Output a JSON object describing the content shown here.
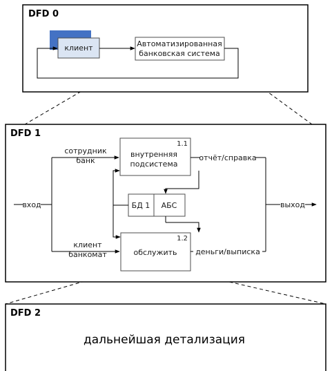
{
  "dfd0": {
    "title": "DFD 0",
    "client_label": "клиент",
    "system_label_line1": "Автоматизированная",
    "system_label_line2": "банковская система"
  },
  "dfd1": {
    "title": "DFD 1",
    "process_1": {
      "number": "1.1",
      "line1": "внутренняя",
      "line2": "подсистема"
    },
    "process_2": {
      "number": "1.2",
      "line1": "обслужить"
    },
    "store": {
      "id": "БД 1",
      "name": "АБС"
    },
    "flows": {
      "input": "вход",
      "output": "выход",
      "employee_line1": "сотрудник",
      "employee_line2": "банк",
      "client_line1": "клиент",
      "client_line2": "банкомат",
      "report": "отчёт/справка",
      "money": "деньги/выписка"
    }
  },
  "dfd2": {
    "title": "DFD 2",
    "text": "дальнейшая детализация"
  },
  "colors": {
    "accent_blue": "#4472c4",
    "client_fill": "#dbe5f3",
    "line": "#000000"
  }
}
